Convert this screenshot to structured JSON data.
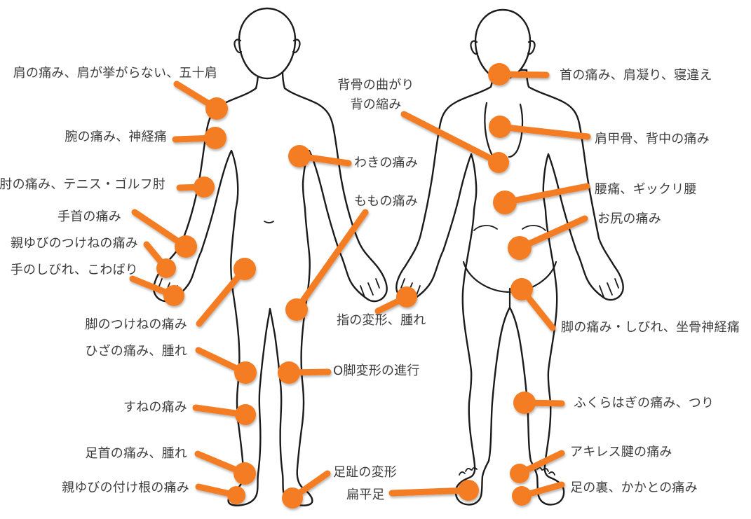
{
  "colors": {
    "accent_orange": "#F47C20",
    "outline_black": "#1B1B1B",
    "label_text": "#3D3D3D",
    "background": "#FFFFFF"
  },
  "annotations": {
    "left": [
      {
        "id": "shoulder",
        "text": "肩の痛み、肩が挙がらない、五十肩"
      },
      {
        "id": "arm",
        "text": "腕の痛み、神経痛"
      },
      {
        "id": "elbow",
        "text": "肘の痛み、テニス・ゴルフ肘"
      },
      {
        "id": "wrist",
        "text": "手首の痛み"
      },
      {
        "id": "thumb-base",
        "text": "親ゆびのつけねの痛み"
      },
      {
        "id": "hand-numbness",
        "text": "手のしびれ、こわばり"
      },
      {
        "id": "groin",
        "text": "脚のつけねの痛み"
      },
      {
        "id": "knee",
        "text": "ひざの痛み、腫れ"
      },
      {
        "id": "shin",
        "text": "すねの痛み"
      },
      {
        "id": "ankle",
        "text": "足首の痛み、腫れ"
      },
      {
        "id": "big-toe-base",
        "text": "親ゆびの付け根の痛み"
      }
    ],
    "center": [
      {
        "id": "spine",
        "line1": "背骨の曲がり",
        "line2": "背の縮み"
      },
      {
        "id": "side",
        "text": "わきの痛み"
      },
      {
        "id": "thigh",
        "text": "ももの痛み"
      },
      {
        "id": "finger",
        "text": "指の変形、腫れ"
      },
      {
        "id": "o-leg",
        "text": "O脚変形の進行"
      },
      {
        "id": "toe-deform",
        "text": "足趾の変形"
      },
      {
        "id": "flat-foot",
        "text": "扁平足"
      }
    ],
    "right": [
      {
        "id": "neck",
        "text": "首の痛み、肩凝り、寝違え"
      },
      {
        "id": "scapula",
        "text": "肩甲骨、背中の痛み"
      },
      {
        "id": "lumbar",
        "text": "腰痛、ギックリ腰"
      },
      {
        "id": "buttock",
        "text": "お尻の痛み"
      },
      {
        "id": "sciatica",
        "text": "脚の痛み・しびれ、坐骨神経痛"
      },
      {
        "id": "calf",
        "text": "ふくらはぎの痛み、つり"
      },
      {
        "id": "achilles",
        "text": "アキレス腱の痛み"
      },
      {
        "id": "sole-heel",
        "text": "足の裏、かかとの痛み"
      }
    ]
  }
}
